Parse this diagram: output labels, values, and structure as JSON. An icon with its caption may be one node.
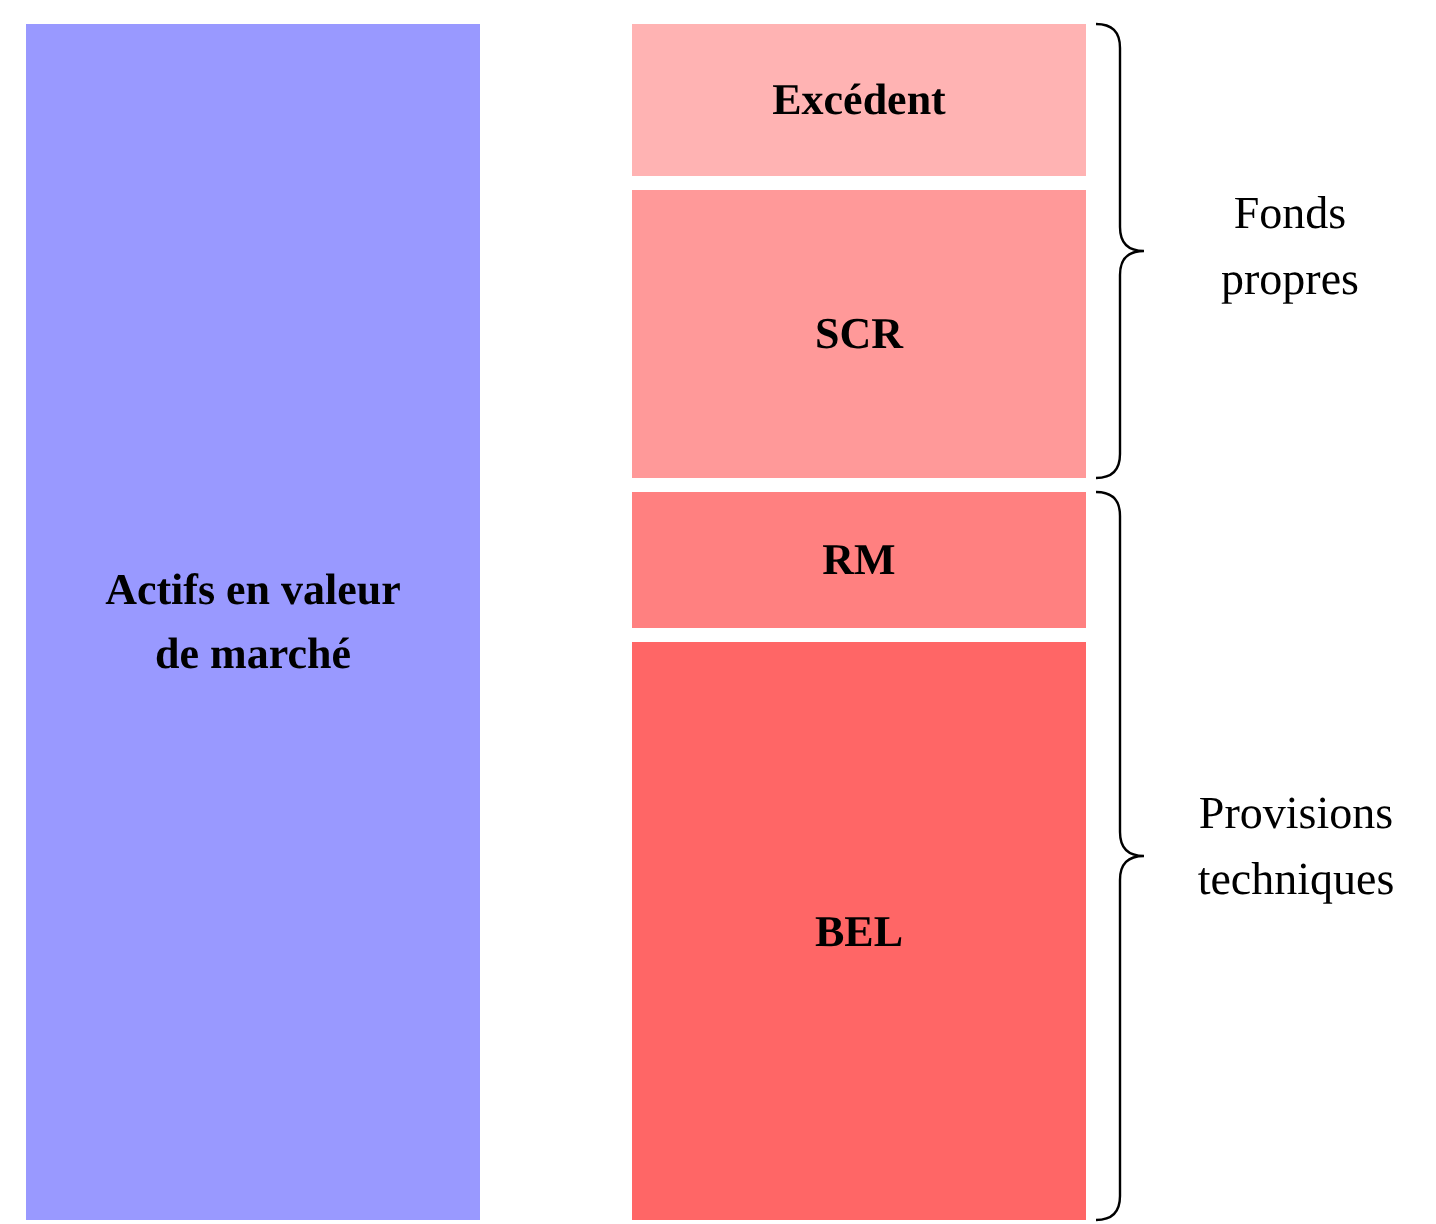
{
  "diagram": {
    "nodes": [
      {
        "text": [
          "Actifs en valeur de marché"
        ]
      },
      {
        "text": [
          "Excédent"
        ]
      },
      {
        "text": [
          "SCR"
        ]
      },
      {
        "text": [
          "RM"
        ]
      },
      {
        "text": [
          "BEL"
        ]
      }
    ],
    "labels": [
      "Fonds propres",
      "Provisions techniques"
    ]
  }
}
